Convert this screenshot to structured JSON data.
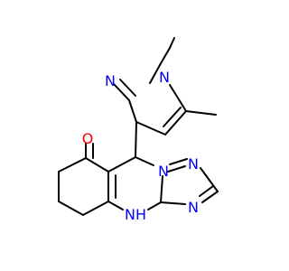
{
  "colors": {
    "bond": "#000000",
    "nitrogen": "#0000ff",
    "oxygen": "#ff0000",
    "background": "#ffffff"
  },
  "atoms": {
    "pyrazole_n_top": "N",
    "pyrazole_n_left": "N",
    "carbonyl_oxygen": "O",
    "triazole_n1": "N",
    "triazole_n2": "N",
    "triazole_n3": "N",
    "amine_nh": "NH"
  }
}
